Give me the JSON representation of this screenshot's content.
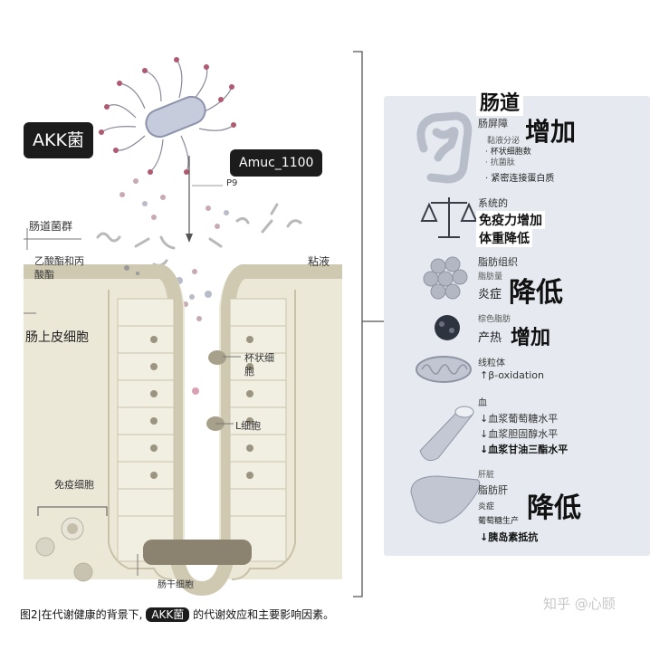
{
  "left": {
    "akk_badge": "AKK菌",
    "amuc_badge": "Amuc_1100",
    "p9": "P9",
    "gut_flora": "肠道菌群",
    "scfa_line1": "乙酸酯和丙",
    "scfa_line2": "酸酯",
    "mucus": "粘液",
    "epithelial": "肠上皮细胞",
    "goblet_line1": "杯状细",
    "goblet_line2": "胞",
    "l_cell": "L细胞",
    "immune": "免疫细胞",
    "stem": "肠干细胞"
  },
  "right": {
    "gut_header": "肠道",
    "barrier_label": "肠屏障",
    "barrier_items": [
      "黏液分泌",
      "· 杯状细胞数",
      "· 抗菌肽",
      "· 紧密连接蛋白质"
    ],
    "increase": "增加",
    "systemic_label": "系统的",
    "immunity": "免疫力增加",
    "weight": "体重降低",
    "adipose_label": "脂肪组织",
    "fat_amount": "脂肪量",
    "inflammation": "炎症",
    "decrease": "降低",
    "brown_fat": "棕色脂肪",
    "thermo": "产热",
    "mito_label": "线粒体",
    "beta_ox": "↑β-oxidation",
    "blood_label": "血",
    "blood_items": [
      "↓血浆葡萄糖水平",
      "↓血浆胆固醇水平",
      "↓血浆甘油三酯水平"
    ],
    "liver_label": "肝脏",
    "fatty_liver": "脂肪肝",
    "liver_inflam": "炎症",
    "gluconeo": "葡萄糖生产",
    "insulin": "↓胰岛素抵抗"
  },
  "caption": {
    "prefix": "图2|在代谢健康的背景下,",
    "badge": "AKK菌",
    "suffix": "的代谢效应和主要影响因素。"
  },
  "watermark": "知乎 @心颐",
  "colors": {
    "panel": "#e6eaf0",
    "badge": "#1c1c1c",
    "villus": "#ece8d8"
  }
}
